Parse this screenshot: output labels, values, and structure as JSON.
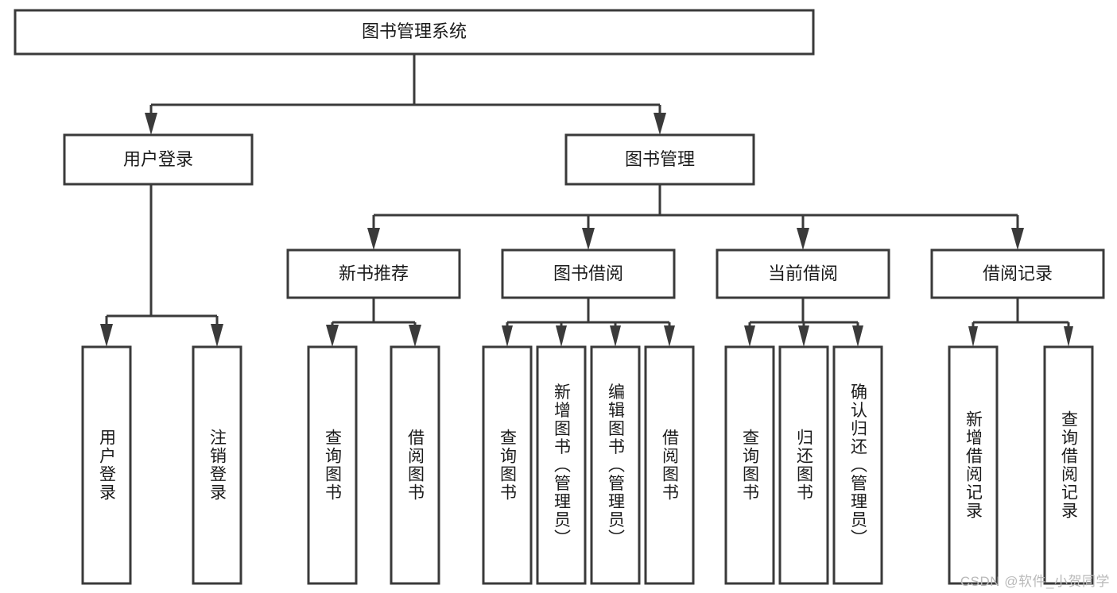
{
  "diagram": {
    "type": "tree-hierarchy",
    "root": {
      "id": "root",
      "label": "图书管理系统",
      "orientation": "horizontal"
    },
    "level2": [
      {
        "id": "user-login",
        "label": "用户登录",
        "orientation": "horizontal"
      },
      {
        "id": "book-management",
        "label": "图书管理",
        "orientation": "horizontal"
      }
    ],
    "level3": [
      {
        "id": "new-book-recommend",
        "label": "新书推荐",
        "orientation": "horizontal",
        "parent": "book-management"
      },
      {
        "id": "book-borrow",
        "label": "图书借阅",
        "orientation": "horizontal",
        "parent": "book-management"
      },
      {
        "id": "current-borrow",
        "label": "当前借阅",
        "orientation": "horizontal",
        "parent": "book-management"
      },
      {
        "id": "borrow-record",
        "label": "借阅记录",
        "orientation": "horizontal",
        "parent": "book-management"
      }
    ],
    "leaves": [
      {
        "id": "leaf-user-login",
        "label": "用户登录",
        "orientation": "vertical",
        "parent": "user-login"
      },
      {
        "id": "leaf-user-logout",
        "label": "注销登录",
        "orientation": "vertical",
        "parent": "user-login"
      },
      {
        "id": "leaf-query-book-1",
        "label": "查询图书",
        "orientation": "vertical",
        "parent": "new-book-recommend"
      },
      {
        "id": "leaf-borrow-book-1",
        "label": "借阅图书",
        "orientation": "vertical",
        "parent": "new-book-recommend"
      },
      {
        "id": "leaf-query-book-2",
        "label": "查询图书",
        "orientation": "vertical",
        "parent": "book-borrow"
      },
      {
        "id": "leaf-add-book",
        "label": "新增图书（管理员）",
        "orientation": "vertical",
        "parent": "book-borrow"
      },
      {
        "id": "leaf-edit-book",
        "label": "编辑图书（管理员）",
        "orientation": "vertical",
        "parent": "book-borrow"
      },
      {
        "id": "leaf-borrow-book-2",
        "label": "借阅图书",
        "orientation": "vertical",
        "parent": "book-borrow"
      },
      {
        "id": "leaf-query-book-3",
        "label": "查询图书",
        "orientation": "vertical",
        "parent": "current-borrow"
      },
      {
        "id": "leaf-return-book",
        "label": "归还图书",
        "orientation": "vertical",
        "parent": "current-borrow"
      },
      {
        "id": "leaf-confirm-return",
        "label": "确认归还（管理员）",
        "orientation": "vertical",
        "parent": "current-borrow"
      },
      {
        "id": "leaf-add-record",
        "label": "新增借阅记录",
        "orientation": "vertical",
        "parent": "borrow-record"
      },
      {
        "id": "leaf-query-record",
        "label": "查询借阅记录",
        "orientation": "vertical",
        "parent": "borrow-record"
      }
    ],
    "colors": {
      "stroke": "#3a3a3a",
      "fill": "#ffffff",
      "text": "#1b1b1b",
      "background": "#ffffff",
      "watermark": "#b9b9b9"
    }
  },
  "watermark": {
    "text": "CSDN @软件_小贺同学"
  }
}
